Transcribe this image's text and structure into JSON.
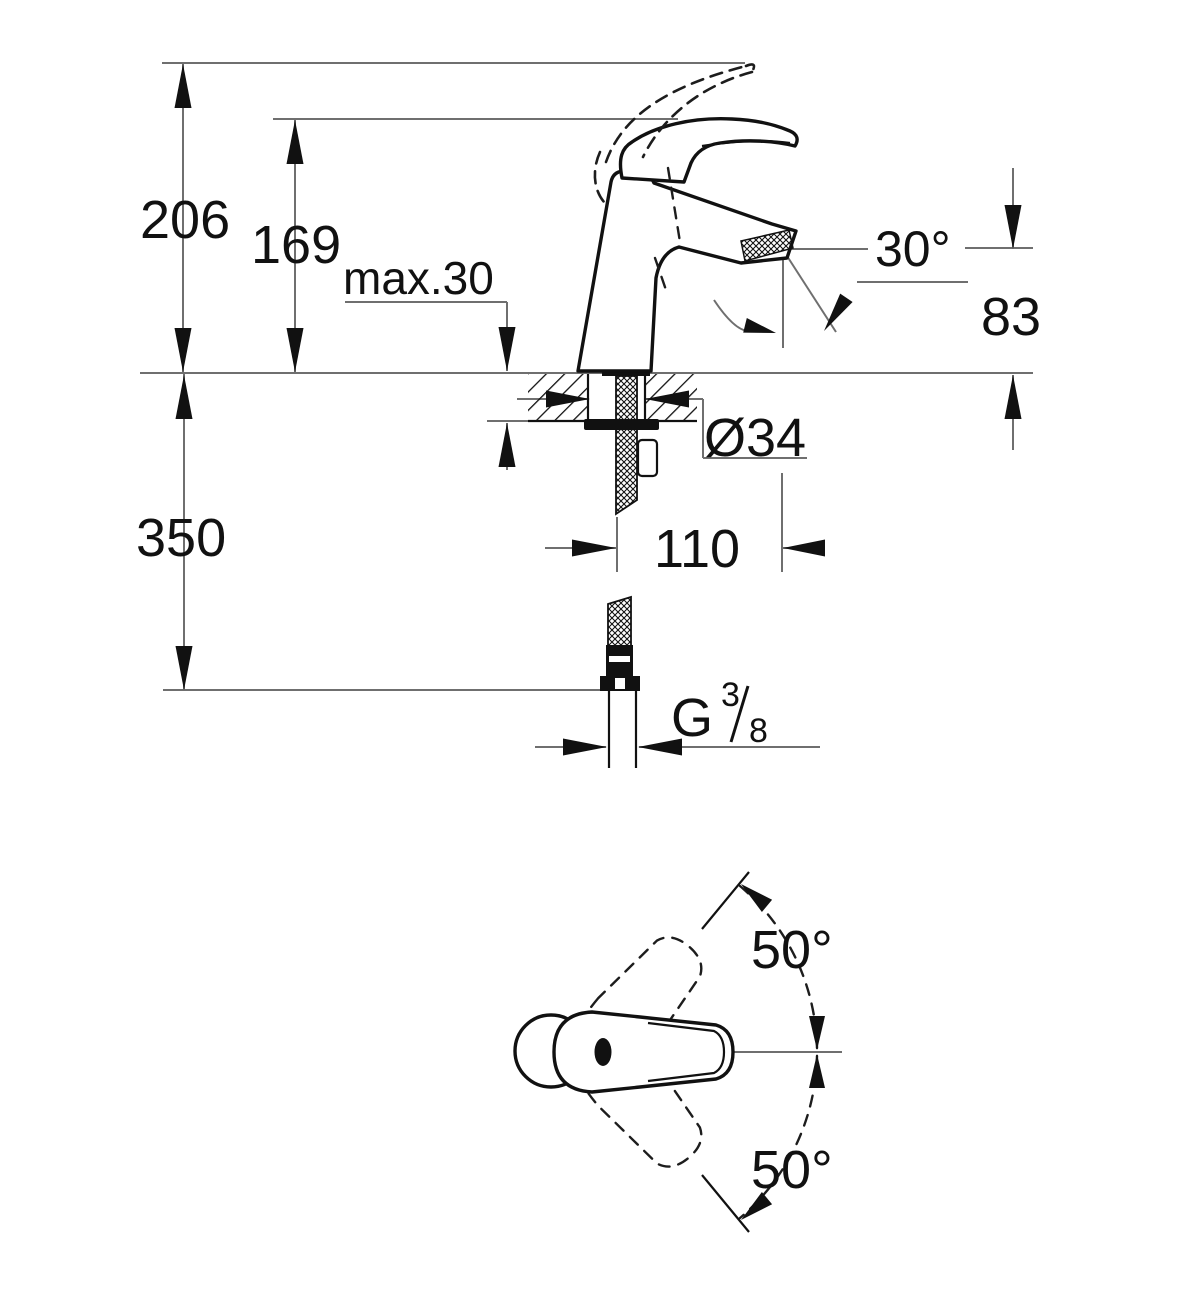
{
  "drawing": {
    "background": "#ffffff",
    "object_line_color": "#111111",
    "dimension_line_color": "#6f6f6f",
    "labels": {
      "overall_height": "206",
      "handle_height": "169",
      "max_mounting_thickness": "max.30",
      "spout_angle": "30°",
      "spout_outlet_height": "83",
      "mounting_hole_diameter": "Ø34",
      "spout_reach": "110",
      "below_deck_hose_length": "350",
      "thread_letter": "G",
      "thread_numerator": "3",
      "thread_denominator": "8",
      "handle_swivel_up": "50°",
      "handle_swivel_down": "50°"
    }
  }
}
